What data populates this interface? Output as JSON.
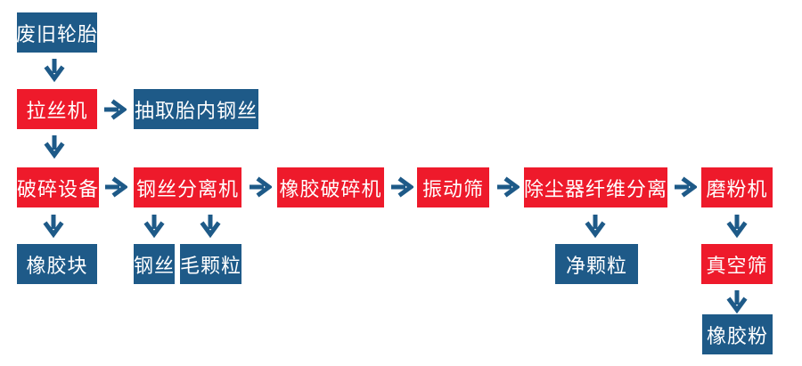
{
  "colors": {
    "red": "#ee1a2b",
    "blue": "#1e5a88",
    "arrow": "#1e5a88",
    "background": "#ffffff",
    "text": "#ffffff"
  },
  "diagram_type": "process-flowchart",
  "nodes": {
    "waste_tires": {
      "label": "废旧轮胎",
      "style": "blue"
    },
    "wire_drawing_machine": {
      "label": "拉丝机",
      "style": "red"
    },
    "extract_tire_steel": {
      "label": "抽取胎内钢丝",
      "style": "blue"
    },
    "crushing_equipment": {
      "label": "破碎设备",
      "style": "red"
    },
    "steel_wire_separator": {
      "label": "钢丝分离机",
      "style": "red"
    },
    "rubber_crusher": {
      "label": "橡胶破碎机",
      "style": "red"
    },
    "vibrating_screen": {
      "label": "振动筛",
      "style": "red"
    },
    "dust_fiber_separation": {
      "label": "除尘器纤维分离",
      "style": "red"
    },
    "grinding_machine": {
      "label": "磨粉机",
      "style": "red"
    },
    "rubber_block": {
      "label": "橡胶块",
      "style": "blue"
    },
    "steel_wire": {
      "label": "钢丝",
      "style": "blue"
    },
    "rough_granules": {
      "label": "毛颗粒",
      "style": "blue"
    },
    "clean_granules": {
      "label": "净颗粒",
      "style": "blue"
    },
    "vacuum_screen": {
      "label": "真空筛",
      "style": "red"
    },
    "rubber_powder": {
      "label": "橡胶粉",
      "style": "blue"
    }
  },
  "flow": [
    "废旧轮胎 → 拉丝机 → 抽取胎内钢丝",
    "拉丝机 → 破碎设备 → 橡胶块",
    "破碎设备 → 钢丝分离机 → 钢丝 / 毛颗粒",
    "钢丝分离机 → 橡胶破碎机 → 振动筛 → 除尘器纤维分离 → 净颗粒",
    "除尘器纤维分离 → 磨粉机 → 真空筛 → 橡胶粉"
  ]
}
